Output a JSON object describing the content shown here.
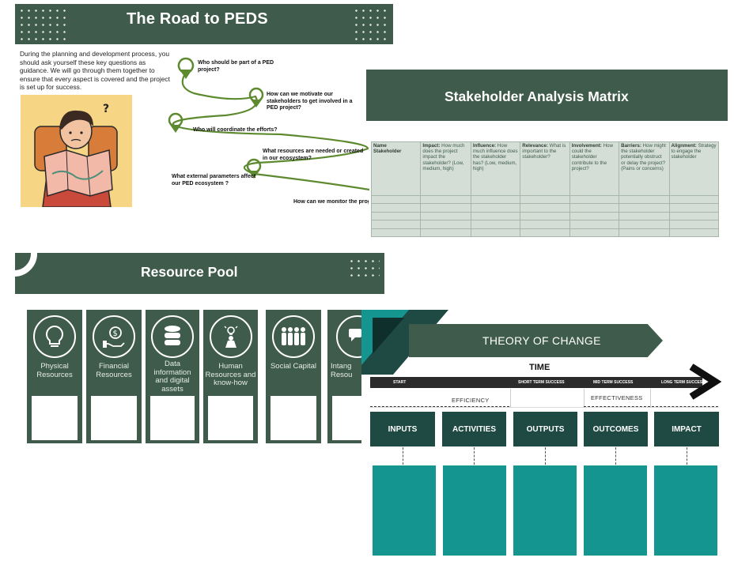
{
  "road": {
    "title": "The Road to PEDS",
    "intro": "During the planning and development process, you should ask yourself these key questions as guidance. We will go through them together to ensure that every aspect is covered and the project is set up for success.",
    "questions": [
      "Who should be part of a PED project?",
      "How can we motivate our stakeholders to get involved in a PED project?",
      "Who will coordinate the efforts?",
      "What resources are needed or created in our ecosystem?",
      "What external parameters affect our PED ecosystem ?",
      "How can we monitor the progre"
    ]
  },
  "matrix": {
    "title": "Stakeholder Analysis Matrix",
    "columns": [
      {
        "head": "Name",
        "text": "Stakeholder"
      },
      {
        "head": "Impact:",
        "text": " How much does the project impact the stakeholder? (Low, medium, high)"
      },
      {
        "head": "Influence:",
        "text": " How much influence does the stakeholder has? (Low, medium, high)"
      },
      {
        "head": "Relevance:",
        "text": " What is important to the stakeholder?"
      },
      {
        "head": "Involvement:",
        "text": " How could the stakeholder contribute to the project?"
      },
      {
        "head": "Barriers:",
        "text": " How might the stakeholder potentially obstruct or delay the project? (Pains or concerns)"
      },
      {
        "head": "Alignment:",
        "text": " Strategy to engage the stakeholder"
      }
    ]
  },
  "resources": {
    "title": "Resource Pool",
    "cards": [
      {
        "label": "Physical Resources",
        "icon": "lightbulb-icon"
      },
      {
        "label": "Financial Resources",
        "icon": "money-hand-icon"
      },
      {
        "label": "Data information and digital assets",
        "icon": "database-icon"
      },
      {
        "label": "Human Resources and know-how",
        "icon": "person-idea-icon"
      },
      {
        "label": "Social Capital",
        "icon": "people-group-icon"
      },
      {
        "label": "Intang Resou",
        "icon": "chat-icon"
      }
    ]
  },
  "toc": {
    "title": "THEORY OF CHANGE",
    "time": "TIME",
    "timeline": [
      "START",
      "SHORT TERM SUCCESS",
      "MID TERM SUCCESS",
      "LONG TERM SUCCESS"
    ],
    "efficiency": "EFFICIENCY",
    "effectiveness": "EFFECTIVENESS",
    "phases": [
      "INPUTS",
      "ACTIVITIES",
      "OUTPUTS",
      "OUTCOMES",
      "IMPACT"
    ]
  },
  "colors": {
    "dark_green": "#3f5b4b",
    "teal": "#149590",
    "dark_teal": "#1e4a43",
    "path_green": "#5d8a2f"
  }
}
